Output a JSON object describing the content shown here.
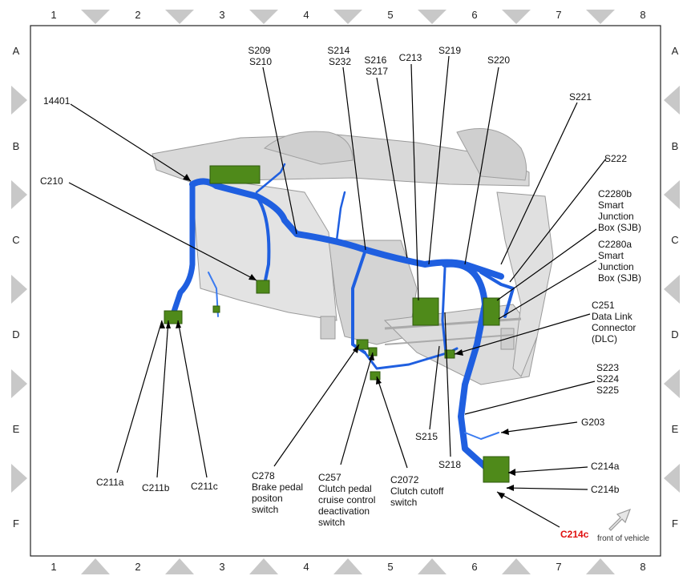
{
  "grid": {
    "columns": [
      "1",
      "2",
      "3",
      "4",
      "5",
      "6",
      "7",
      "8"
    ],
    "rows": [
      "A",
      "B",
      "C",
      "D",
      "E",
      "F"
    ]
  },
  "labels": {
    "c14401": "14401",
    "c210": "C210",
    "s209_s210": [
      "S209",
      "S210"
    ],
    "s214_s232": [
      "S214",
      "S232"
    ],
    "s216_s217": [
      "S216",
      "S217"
    ],
    "c213": "C213",
    "s219": "S219",
    "s220": "S220",
    "s221": "S221",
    "s222": "S222",
    "c2280b": [
      "C2280b",
      "Smart",
      "Junction",
      "Box (SJB)"
    ],
    "c2280a": [
      "C2280a",
      "Smart",
      "Junction",
      "Box (SJB)"
    ],
    "c251": [
      "C251",
      "Data Link",
      "Connector",
      "(DLC)"
    ],
    "s223_s225": [
      "S223",
      "S224",
      "S225"
    ],
    "g203": "G203",
    "c214a": "C214a",
    "c214b": "C214b",
    "c214c": "C214c",
    "s215": "S215",
    "s218": "S218",
    "c211a": "C211a",
    "c211b": "C211b",
    "c211c": "C211c",
    "c278": [
      "C278",
      "Brake pedal",
      "positon",
      "switch"
    ],
    "c257": [
      "C257",
      "Clutch pedal",
      "cruise control",
      "deactivation",
      "switch"
    ],
    "c2072": [
      "C2072",
      "Clutch cutoff",
      "switch"
    ],
    "front_of_vehicle": "front of vehicle"
  },
  "colors": {
    "harness": "#1f5fe0",
    "harness_dark": "#0d3aa8",
    "connector": "#4f8a1a",
    "panel": "#d6d6d6",
    "grid_triangle": "#c8c8c8",
    "highlight": "#e0100f"
  }
}
